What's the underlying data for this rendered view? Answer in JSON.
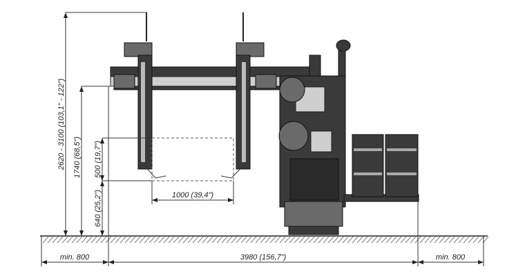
{
  "drawing": {
    "dimensions": {
      "overall_height": "2620 - 3100 (103,1\" - 122\")",
      "beam_height": "1740 (68,5\")",
      "stroke": "500 (19,7\")",
      "min_height": "640 (25,2\")",
      "width_work": "1000 (39,4\")",
      "clearance_left": "min. 800",
      "overall_length": "3980 (156,7\")",
      "clearance_right": "min. 800"
    }
  }
}
